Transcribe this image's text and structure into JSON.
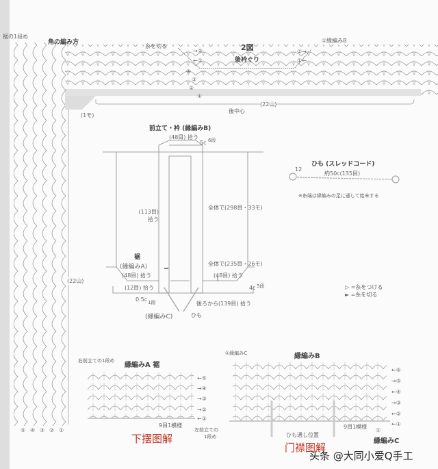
{
  "top": {
    "first_row_note": "裾の1段め",
    "corner_title": "角の編み方",
    "cut_yarn": "糸を切る",
    "row2_right": "→②",
    "row1_left": "←①",
    "figure_title": "2図",
    "figure_subtitle": "後衿ぐり",
    "edge_b": "①縁編みB",
    "row2_r": "②→",
    "row1_r": "①←",
    "rows": [
      "④",
      "③",
      "②",
      "①"
    ],
    "width_count": "(22山)",
    "back_center": "後中心",
    "one_motif": "(1モ)",
    "side_count": "(22山)",
    "side_rows": [
      "⑤",
      "④",
      "③",
      "②",
      "①"
    ]
  },
  "main": {
    "title": "前立て・衿 (縁編みB)",
    "pick_48_top": "(48目) 拾う",
    "dim_5c": "5c",
    "dim_6rows": "6段",
    "pick_113": "(113目) 拾う",
    "total_298": "全体で(298目・33モ)",
    "hem": "裾",
    "hem_edge": "(縁編みA)",
    "total_235": "全体で(235目・26モ)",
    "pick_48_left": "(48目) 拾う",
    "pick_48_right": "(48目) 拾う",
    "pick_12": "(12目) 拾う",
    "dim_4c": "4c",
    "dim_5rows": "5段",
    "dim_05c": "0.5c",
    "dim_1row": "1段",
    "pick_139": "後ろから(139目) 拾う",
    "edge_c": "(縁編みC)",
    "cord": "ひも"
  },
  "cord": {
    "title": "ひも (スレッドコード)",
    "count": "12",
    "length": "約50c(135目)",
    "note": "※糸端は縁編みの足に通して始末する"
  },
  "legend": {
    "attach": "▷ =糸をつける",
    "cut": "► =糸を切る"
  },
  "bottom_a": {
    "start_note": "右前立ての1段め",
    "title": "縁編みA  裾",
    "rows": [
      "←⑤",
      "→④",
      "→③",
      "→②",
      "←①"
    ],
    "repeat": "9目1模様",
    "end_note_1": "左前立ての",
    "end_note_2": "1段め",
    "caption": "下摆图解"
  },
  "bottom_b": {
    "start_note": "①縁編みC",
    "title": "縁編みB",
    "rows": [
      "←⑥",
      "→⑤",
      "←④",
      "→③",
      "←②",
      "←①"
    ],
    "repeat": "9目1模様",
    "cord_position": "ひも通し位置",
    "end_row": "①",
    "edge_c": "縁編みC",
    "caption": "门襟图解"
  },
  "watermark": "头条 @大同小爱Q手工",
  "colors": {
    "line": "#8a8a8a",
    "caption": "#c0392b"
  }
}
